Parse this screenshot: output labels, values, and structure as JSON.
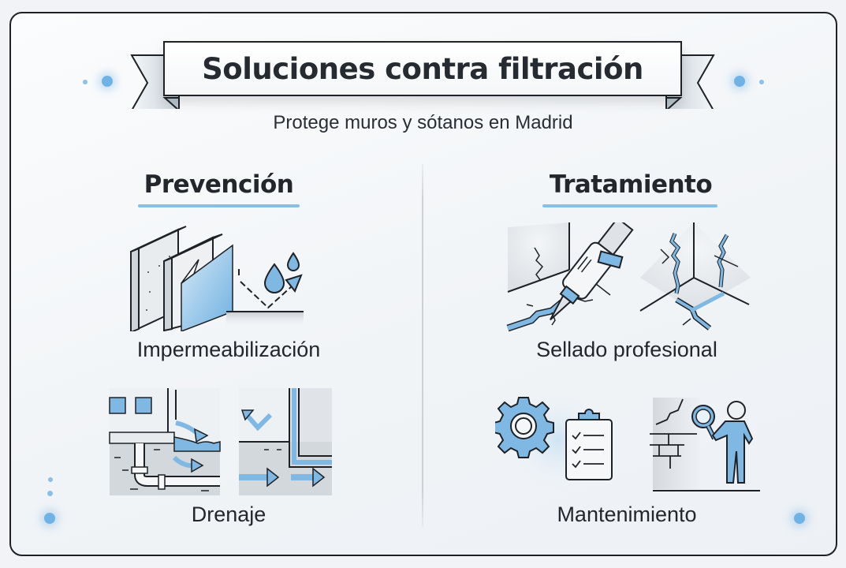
{
  "header": {
    "title": "Soluciones contra filtración",
    "subtitle": "Protege muros y sótanos en Madrid"
  },
  "sections": [
    {
      "title": "Prevención",
      "items": [
        {
          "label": "Impermeabilización",
          "icon": "waterproof-membrane-icon"
        },
        {
          "label": "Drenaje",
          "icon": "drainage-pipe-icon"
        }
      ]
    },
    {
      "title": "Tratamiento",
      "items": [
        {
          "label": "Sellado profesional",
          "icon": "crack-sealant-icon"
        },
        {
          "label": "Mantenimiento",
          "icon": "maintenance-inspection-icon"
        }
      ]
    }
  ],
  "colors": {
    "accent": "#8bbfe2",
    "accent_fill": "#7fb9e3",
    "outline": "#1e2226",
    "text": "#23272c",
    "background": "#f1f3f6"
  }
}
